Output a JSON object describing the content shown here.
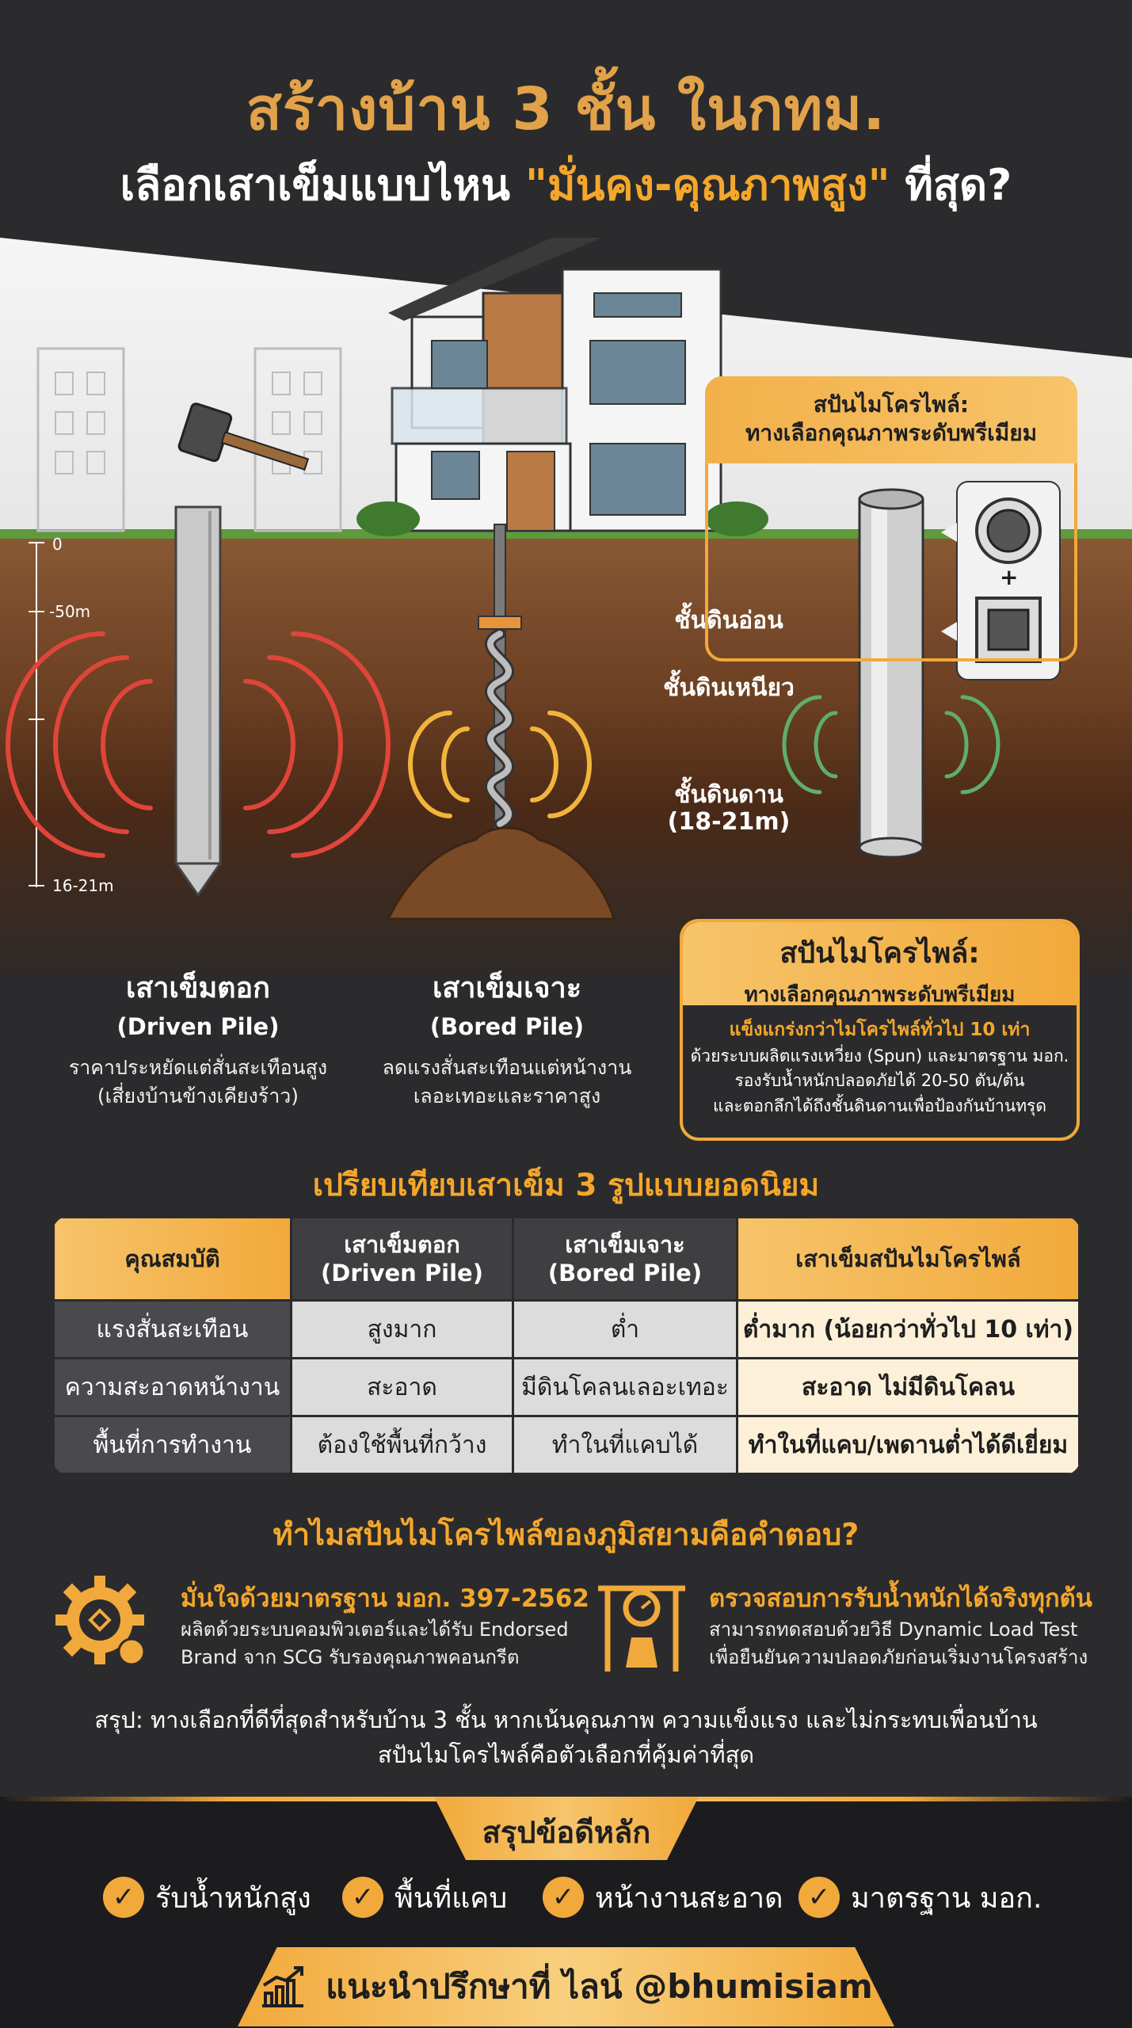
{
  "header": {
    "title_line1": "สร้างบ้าน 3 ชั้น ในกทม.",
    "title_line2_prefix": "เลือกเสาเข็มแบบไหน ",
    "title_line2_highlight": "\"มั่นคง-คุณภาพสูง\"",
    "title_line2_suffix": " ที่สุด?"
  },
  "scene": {
    "depth_marks": [
      "0",
      "-50m",
      "16-21m"
    ],
    "soil_layers": [
      "ชั้นดินอ่อน",
      "ชั้นดินเหนียว",
      "ชั้นดินดาน",
      "(18-21m)"
    ],
    "callout_top": {
      "line1": "สปันไมโครไพล์:",
      "line2": "ทางเลือกคุณภาพระดับพรีเมียม"
    },
    "plus": "+"
  },
  "piles": [
    {
      "name": "เสาเข็มตอก",
      "en": "(Driven Pile)",
      "desc1": "ราคาประหยัดแต่สั่นสะเทือนสูง",
      "desc2": "(เสี่ยงบ้านข้างเคียงร้าว)"
    },
    {
      "name": "เสาเข็มเจาะ",
      "en": "(Bored Pile)",
      "desc1": "ลดแรงสั่นสะเทือนแต่หน้างาน",
      "desc2": "เลอะเทอะและราคาสูง"
    }
  ],
  "premium": {
    "title": "สปันไมโครไพล์:",
    "subtitle": "ทางเลือกคุณภาพระดับพรีเมียม",
    "highlight": "แข็งแกร่งกว่าไมโครไพล์ทั่วไป 10 เท่า",
    "line2": "ด้วยระบบผลิตแรงเหวี่ยง (Spun) และมาตรฐาน มอก.",
    "line3": "รองรับน้ำหนักปลอดภัยได้ 20-50 ตัน/ต้น",
    "line4": "และตอกลึกได้ถึงชั้นดินดานเพื่อป้องกันบ้านทรุด"
  },
  "comparison": {
    "title": "เปรียบเทียบเสาเข็ม 3 รูปแบบยอดนิยม",
    "headers": [
      {
        "l1": "คุณสมบัติ",
        "l2": ""
      },
      {
        "l1": "เสาเข็มตอก",
        "l2": "(Driven Pile)"
      },
      {
        "l1": "เสาเข็มเจาะ",
        "l2": "(Bored Pile)"
      },
      {
        "l1": "เสาเข็มสปันไมโครไพล์",
        "l2": ""
      }
    ],
    "rows": [
      [
        "แรงสั่นสะเทือน",
        "สูงมาก",
        "ต่ำ",
        "ต่ำมาก (น้อยกว่าทั่วไป 10 เท่า)"
      ],
      [
        "ความสะอาดหน้างาน",
        "สะอาด",
        "มีดินโคลนเลอะเทอะ",
        "สะอาด ไม่มีดินโคลน"
      ],
      [
        "พื้นที่การทำงาน",
        "ต้องใช้พื้นที่กว้าง",
        "ทำในที่แคบได้",
        "ทำในที่แคบ/เพดานต่ำได้ดีเยี่ยม"
      ]
    ]
  },
  "why": {
    "title": "ทำไมสปันไมโครไพล์ของภูมิสยามคือคำตอบ?",
    "left": {
      "title": "มั่นใจด้วยมาตรฐาน มอก. 397-2562",
      "line1": "ผลิตด้วยระบบคอมพิวเตอร์และได้รับ Endorsed",
      "line2": "Brand จาก SCG รับรองคุณภาพคอนกรีต"
    },
    "right": {
      "title": "ตรวจสอบการรับน้ำหนักได้จริงทุกต้น",
      "line1": "สามารถทดสอบด้วยวิธี Dynamic Load Test",
      "line2": "เพื่อยืนยันความปลอดภัยก่อนเริ่มงานโครงสร้าง"
    },
    "summary1": "สรุป: ทางเลือกที่ดีที่สุดสำหรับบ้าน 3 ชั้น หากเน้นคุณภาพ ความแข็งแรง และไม่กระทบเพื่อนบ้าน",
    "summary2": "สปันไมโครไพล์คือตัวเลือกที่คุ้มค่าที่สุด"
  },
  "bottom": {
    "badge": "สรุปข้อดีหลัก",
    "benefits": [
      "รับน้ำหนักสูง",
      "พื้นที่แคบ",
      "หน้างานสะอาด",
      "มาตรฐาน มอก."
    ],
    "check_glyph": "✓",
    "cta": "แนะนำปรึกษาที่ ไลน์ @bhumisiam"
  },
  "colors": {
    "background": "#2b2b2d",
    "gold": "#f2a93b",
    "gold_light": "#f6c46b",
    "title_gold": "#e2a24a",
    "vibration_red": "#e0453a",
    "vibration_yellow": "#f2b53b",
    "vibration_green": "#5fae6a"
  }
}
